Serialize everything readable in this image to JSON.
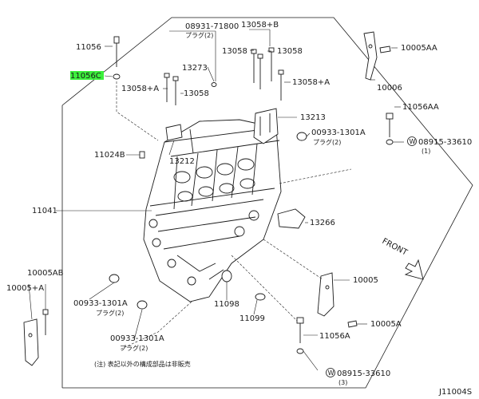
{
  "diagram_code": "J11004S",
  "front_label": "FRONT",
  "note": "(注) 表記以外の構成部品は非販売",
  "labels": {
    "p11056": "11056",
    "p11056c": "11056C",
    "p08931": "08931-71800",
    "p08931_sub": "プラグ(2)",
    "p13058b": "13058+B",
    "p13058_a": "13058",
    "p13058_b": "13058",
    "p13273": "13273",
    "p13058a_left": "13058+A",
    "p13058_right": "13058",
    "p13058a_right": "13058+A",
    "p13213": "13213",
    "p00933_top": "00933-1301A",
    "p00933_top_sub": "プラグ(2)",
    "p11024b": "11024B",
    "p13212": "13212",
    "p10005aa": "10005AA",
    "p10006": "10006",
    "p11056aa": "11056AA",
    "p08915_top": "08915-33610",
    "p08915_top_qty": "(1)",
    "p11041": "11041",
    "p13266": "13266",
    "p10005ab": "10005AB",
    "p10005a_left": "10005+A",
    "p00933_mid": "00933-1301A",
    "p00933_mid_sub": "プラグ(2)",
    "p11098": "11098",
    "p11099": "11099",
    "p00933_low": "00933-1301A",
    "p00933_low_sub": "プラグ(2)",
    "p10005": "10005",
    "p10005a_right": "10005A",
    "p11056a": "11056A",
    "p08915_low": "08915-33610",
    "p08915_low_qty": "(3)"
  },
  "circled_letter": "W",
  "colors": {
    "highlight": "#3cf03c",
    "ink": "#1a1a1a",
    "background": "#ffffff"
  }
}
